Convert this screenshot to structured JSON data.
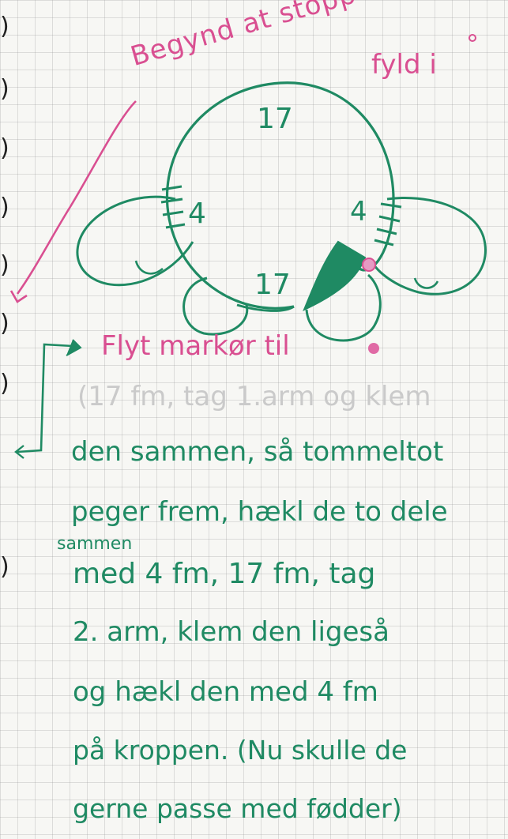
{
  "colors": {
    "green": "#1f8a63",
    "pink": "#d94f91",
    "grey": "#c9c9c9",
    "dark": "#222222"
  },
  "left_margin": {
    "parens": [
      ")",
      ")",
      ")",
      ")",
      ")",
      ")",
      ")",
      ")"
    ]
  },
  "diagram": {
    "note_top_line1": "Begynd at stoppe",
    "note_top_line2": "fyld i",
    "label_top": "17",
    "label_bottom": "17",
    "label_left": "4",
    "label_right": "4"
  },
  "notes": {
    "move_marker": "Flyt markør til",
    "lines": [
      "(17 fm, tag 1.arm og klem",
      "den sammen, så tommeltot",
      "peger frem, hækl de to dele",
      "med 4 fm, 17 fm, tag",
      "2. arm, klem den ligeså",
      "og hækl den med 4 fm",
      "på kroppen. (Nu skulle de",
      "gerne passe med fødder)"
    ],
    "insert_word": "sammen"
  }
}
